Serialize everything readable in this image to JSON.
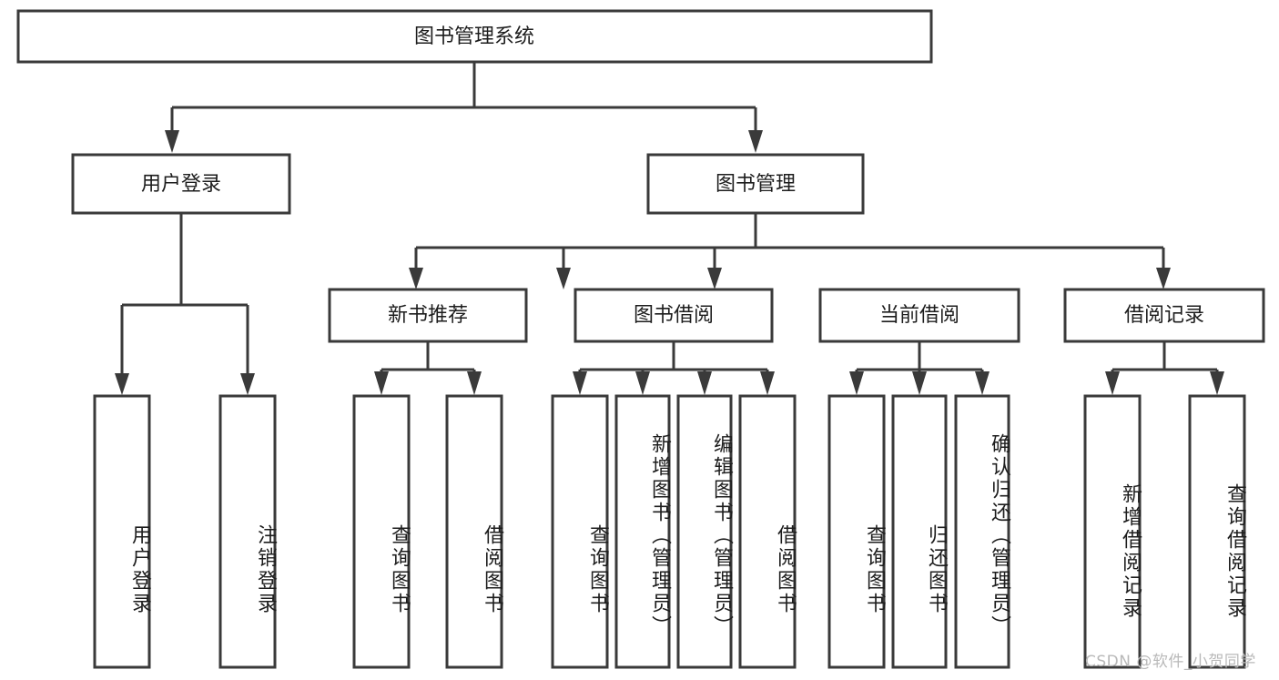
{
  "diagram": {
    "type": "tree",
    "orientation": "top-down",
    "title": "图书管理系统",
    "colors": {
      "stroke": "#3a3a3a",
      "box_fill": "#ffffff",
      "text": "#1d1d1d",
      "background": "#ffffff",
      "watermark": "#b9b9b9"
    },
    "root": {
      "label": "图书管理系统"
    },
    "level1": [
      {
        "label": "用户登录"
      },
      {
        "label": "图书管理"
      }
    ],
    "level2": [
      {
        "label": "新书推荐"
      },
      {
        "label": "图书借阅"
      },
      {
        "label": "当前借阅"
      },
      {
        "label": "借阅记录"
      }
    ],
    "leaves": {
      "user_login": [
        {
          "label": "用户登录"
        },
        {
          "label": "注销登录"
        }
      ],
      "new_book_recommend": [
        {
          "label": "查询图书"
        },
        {
          "label": "借阅图书"
        }
      ],
      "book_borrow": [
        {
          "label": "查询图书"
        },
        {
          "label": "新增图书（管理员）"
        },
        {
          "label": "编辑图书（管理员）"
        },
        {
          "label": "借阅图书"
        }
      ],
      "current_borrow": [
        {
          "label": "查询图书"
        },
        {
          "label": "归还图书"
        },
        {
          "label": "确认归还（管理员）"
        }
      ],
      "borrow_record": [
        {
          "label": "新增借阅记录"
        },
        {
          "label": "查询借阅记录"
        }
      ]
    }
  },
  "watermark": {
    "text": "CSDN @软件_小贺同学"
  }
}
